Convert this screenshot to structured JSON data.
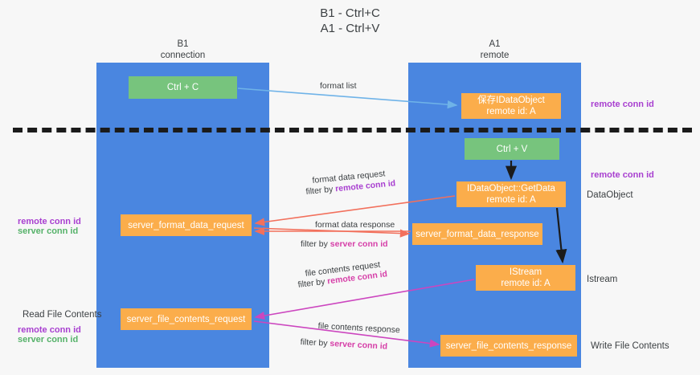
{
  "title": {
    "line1": "B1 - Ctrl+C",
    "line2": "A1 - Ctrl+V"
  },
  "lanes": [
    {
      "id": "b1",
      "name": "B1",
      "role": "connection",
      "color": "#4a86e0"
    },
    {
      "id": "a1",
      "name": "A1",
      "role": "remote",
      "color": "#4a86e0"
    }
  ],
  "nodes": {
    "ctrl_c": {
      "line1": "Ctrl + C",
      "line2": "",
      "color": "#77c47d"
    },
    "ctrl_v": {
      "line1": "Ctrl + V",
      "line2": "",
      "color": "#77c47d"
    },
    "idataobject": {
      "line1": "保存IDataObject",
      "line2": "remote id: A",
      "color": "#fbad4b"
    },
    "getdata": {
      "line1": "IDataObject::GetData",
      "line2": "remote id: A",
      "color": "#fbad4b"
    },
    "istream": {
      "line1": "IStream",
      "line2": "remote id: A",
      "color": "#fbad4b"
    },
    "server_format_data_request": {
      "line1": "server_format_data_request",
      "line2": "",
      "color": "#fbad4b"
    },
    "server_format_data_response": {
      "line1": "server_format_data_response",
      "line2": "",
      "color": "#fbad4b"
    },
    "server_file_contents_request": {
      "line1": "server_file_contents_request",
      "line2": "",
      "color": "#fbad4b"
    },
    "server_file_contents_response": {
      "line1": "server_file_contents_response",
      "line2": "",
      "color": "#fbad4b"
    }
  },
  "edges": {
    "format_list": {
      "label": "format list"
    },
    "format_data_request": {
      "label": "format data request",
      "filter_prefix": "filter by ",
      "filter_key": "remote conn id"
    },
    "format_data_response": {
      "label": "format data response",
      "filter_prefix": "filter by ",
      "filter_key": "server conn id"
    },
    "file_contents_request": {
      "label": "file contents request",
      "filter_prefix": "filter by ",
      "filter_key": "remote conn id"
    },
    "file_contents_response": {
      "label": "file contents response",
      "filter_prefix": "filter by ",
      "filter_key": "server conn id"
    }
  },
  "annotations": {
    "right_remote_conn_id_top": "remote conn id",
    "right_remote_conn_id_mid": "remote conn id",
    "right_dataobject": "DataObject",
    "right_istream": "Istream",
    "right_write_file_contents": "Write File Contents",
    "left_remote_conn_id_mid": "remote conn id",
    "left_server_conn_id_mid": "server conn id",
    "left_read_file_contents": "Read File Contents",
    "left_remote_conn_id_bot": "remote conn id",
    "left_server_conn_id_bot": "server conn id"
  },
  "colors": {
    "lane_blue": "#4a86e0",
    "node_orange": "#fbad4b",
    "node_green": "#77c47d",
    "purple": "#a83fd0",
    "green_text": "#56b26a",
    "magenta": "#d63fa8",
    "wire_blue": "#6fb3e8",
    "wire_red": "#f2705c",
    "wire_magenta": "#cc46bf",
    "wire_black": "#1b1b1b",
    "background": "#f7f7f7"
  }
}
